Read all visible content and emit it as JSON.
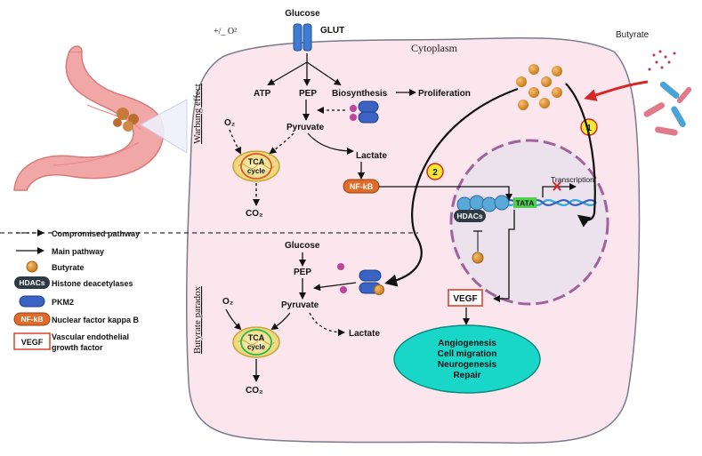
{
  "header": {
    "oxygen_label": "+/_ O²",
    "glucose": "Glucose",
    "glut": "GLUT",
    "butyrate_source": "Butyrate"
  },
  "cell": {
    "cytoplasm": "Cytoplasm"
  },
  "sections": {
    "top": "Warbung effect",
    "bottom": "Butyrate paradox"
  },
  "top": {
    "atp": "ATP",
    "pep": "PEP",
    "biosynthesis": "Biosynthesis",
    "proliferation": "Proliferation",
    "pyruvate": "Pyruvate",
    "lactate": "Lactate",
    "o2": "O₂",
    "tca_line1": "TCA",
    "tca_line2": "cycle",
    "co2": "CO₂",
    "nfkb": "NF-kB"
  },
  "bottom": {
    "glucose": "Glucose",
    "pep": "PEP",
    "pyruvate": "Pyruvate",
    "lactate": "Lactate",
    "o2": "O₂",
    "tca_line1": "TCA",
    "tca_line2": "cycle",
    "co2": "CO₂"
  },
  "nucleus": {
    "transcription": "Transcription",
    "tata": "TATA",
    "hdacs": "HDACs"
  },
  "outputs": {
    "vegf": "VEGF",
    "effects": [
      "Angiogenesis",
      "Cell migration",
      "Neurogenesis",
      "Repair"
    ]
  },
  "markers": {
    "one": "1",
    "two": "2"
  },
  "legend": [
    {
      "key": "compromised",
      "label": "Compromised pathway"
    },
    {
      "key": "main",
      "label": "Main pathway"
    },
    {
      "key": "butyrate",
      "label": "Butyrate"
    },
    {
      "key": "hdacs",
      "badge": "HDACs",
      "label": "Histone deacetylases"
    },
    {
      "key": "pkm2",
      "label": "PKM2"
    },
    {
      "key": "nfkb",
      "badge": "NF-kB",
      "label": "Nuclear factor kappa B"
    },
    {
      "key": "vegf",
      "badge": "VEGF",
      "label": "Vascular endothelial",
      "label2": "growth factor"
    }
  ],
  "colors": {
    "cell_fill": "#fbe6ee",
    "cell_stroke": "#7a7a8a",
    "nucleus_fill": "#ece2ee",
    "nucleus_stroke": "#a0629a",
    "butyrate": "#d98b2a",
    "pkm2": "#3b63c4",
    "nfkb": "#e06b2a",
    "vegf_border": "#d8442e",
    "effects_fill": "#18d6c8",
    "marker": "#f4e92a",
    "tata": "#4cd24c",
    "stomach": "#f1a5a5"
  }
}
